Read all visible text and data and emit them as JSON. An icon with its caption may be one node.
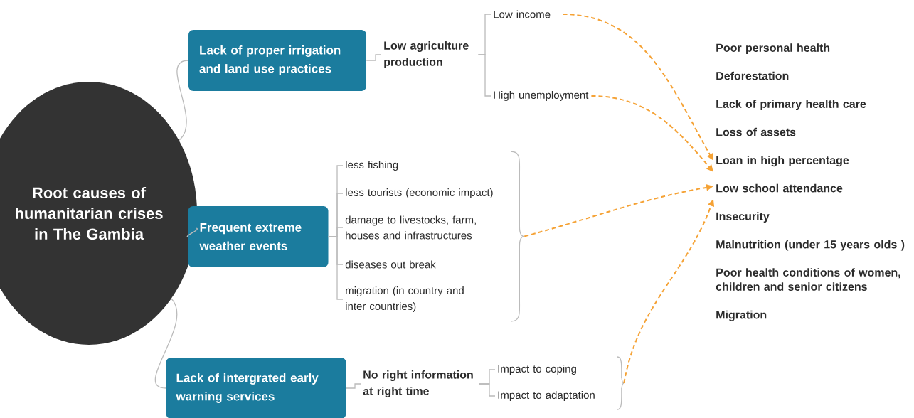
{
  "diagram": {
    "nodes": [
      {
        "text": [
          "Root causes of humanitarian crises in The Gambia"
        ]
      },
      {
        "text": [
          "Lack of proper irrigation and land use practices"
        ]
      },
      {
        "text": [
          "Frequent extreme weather events"
        ]
      },
      {
        "text": [
          "Lack of intergrated early warning services"
        ]
      },
      {
        "text": [
          "Low agriculture production"
        ]
      },
      {
        "text": [
          "Low income"
        ]
      },
      {
        "text": [
          "High unemployment"
        ]
      },
      {
        "text": [
          "less fishing"
        ]
      },
      {
        "text": [
          "less tourists (economic impact)"
        ]
      },
      {
        "text": [
          "damage to livestocks, farm, houses and infrastructures"
        ]
      },
      {
        "text": [
          "diseases out break"
        ]
      },
      {
        "text": [
          "migration (in country and inter countries)"
        ]
      },
      {
        "text": [
          "No right information at right time"
        ]
      },
      {
        "text": [
          "Impact to coping"
        ]
      },
      {
        "text": [
          "Impact to adaptation"
        ]
      },
      {
        "text": [
          "Poor personal health",
          "Deforestation",
          "Lack of primary health care",
          "Loss of assets",
          "Loan in high percentage",
          "Low school attendance",
          "Insecurity",
          "Malnutrition (under 15 years olds )",
          "Poor health conditions of women, children and senior citizens",
          "Migration"
        ]
      },
      {
        "text": [],
        "shape": "brace"
      },
      {
        "text": [],
        "shape": "brace"
      }
    ],
    "edges": [
      {
        "from": 0,
        "to": 1,
        "arrow": "none"
      },
      {
        "from": 0,
        "to": 2,
        "arrow": "none"
      },
      {
        "from": 0,
        "to": 3,
        "arrow": "none"
      },
      {
        "from": 1,
        "to": 4,
        "arrow": "none"
      },
      {
        "from": 4,
        "to": 5,
        "arrow": "none"
      },
      {
        "from": 4,
        "to": 6,
        "arrow": "none"
      },
      {
        "from": 2,
        "to": 7,
        "arrow": "none"
      },
      {
        "from": 2,
        "to": 8,
        "arrow": "none"
      },
      {
        "from": 2,
        "to": 9,
        "arrow": "none"
      },
      {
        "from": 2,
        "to": 10,
        "arrow": "none"
      },
      {
        "from": 2,
        "to": 11,
        "arrow": "none"
      },
      {
        "from": 3,
        "to": 12,
        "arrow": "none"
      },
      {
        "from": 12,
        "to": 13,
        "arrow": "none"
      },
      {
        "from": 12,
        "to": 14,
        "arrow": "none"
      },
      {
        "from": 5,
        "to": 15,
        "arrow": "to",
        "style": "dashed",
        "color": "#f5a235"
      },
      {
        "from": 6,
        "to": 15,
        "arrow": "to",
        "style": "dashed",
        "color": "#f5a235"
      },
      {
        "from": 16,
        "to": 15,
        "arrow": "to",
        "style": "dashed",
        "color": "#f5a235"
      },
      {
        "from": 17,
        "to": 15,
        "arrow": "to",
        "style": "dashed",
        "color": "#f5a235"
      }
    ]
  }
}
